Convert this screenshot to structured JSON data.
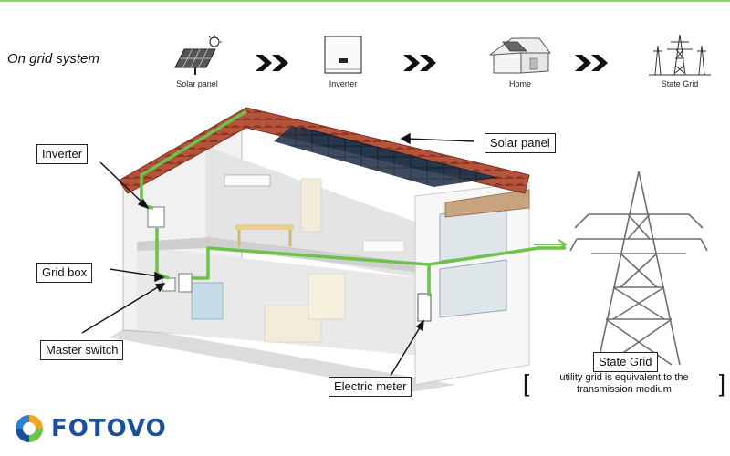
{
  "flow": {
    "title": "On grid system",
    "steps": [
      {
        "label": "Solar panel",
        "icon": "solar-panel-icon"
      },
      {
        "label": "Inverter",
        "icon": "inverter-icon"
      },
      {
        "label": "Home",
        "icon": "home-icon"
      },
      {
        "label": "State Grid",
        "icon": "transmission-tower-icon"
      }
    ],
    "arrow_glyph": "chevron-double-right"
  },
  "callouts": {
    "inverter": "Inverter",
    "solar_panel": "Solar panel",
    "grid_box": "Grid box",
    "master_switch": "Master switch",
    "electric_meter": "Electric meter",
    "state_grid": "State Grid",
    "state_grid_note": "utility grid is equivalent to the transmission medium"
  },
  "brand": {
    "name": "FOTOVO"
  },
  "colors": {
    "wire": "#6cc24a",
    "roof": "#b5533b",
    "brand": "#1b4f9c",
    "accent_top_rule": "#8fd16a"
  }
}
